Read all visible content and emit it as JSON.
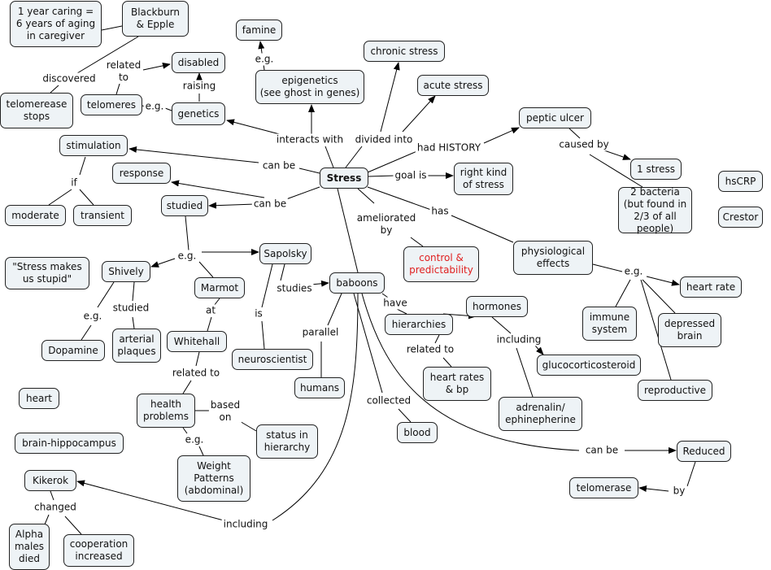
{
  "concepts": [
    {
      "id": "caring",
      "text": "1 year caring =\n6 years of aging\nin caregiver"
    },
    {
      "id": "blackburn",
      "text": "Blackburn\n& Epple"
    },
    {
      "id": "famine",
      "text": "famine"
    },
    {
      "id": "epigenetics",
      "text": "epigenetics\n(see ghost in genes)"
    },
    {
      "id": "chronic",
      "text": "chronic stress"
    },
    {
      "id": "acute",
      "text": "acute stress"
    },
    {
      "id": "disabled",
      "text": "disabled"
    },
    {
      "id": "telomeres",
      "text": "telomeres"
    },
    {
      "id": "genetics",
      "text": "genetics"
    },
    {
      "id": "telstops",
      "text": "telomerease\nstops"
    },
    {
      "id": "peptic",
      "text": "peptic ulcer"
    },
    {
      "id": "stimulation",
      "text": "stimulation"
    },
    {
      "id": "response",
      "text": "response"
    },
    {
      "id": "stress",
      "text": "Stress"
    },
    {
      "id": "rightkind",
      "text": "right kind\nof stress"
    },
    {
      "id": "onestress",
      "text": "1 stress"
    },
    {
      "id": "hscrp",
      "text": "hsCRP"
    },
    {
      "id": "bacteria",
      "text": "2 bacteria\n(but found in\n2/3 of all people)"
    },
    {
      "id": "crestor",
      "text": "Crestor"
    },
    {
      "id": "studied",
      "text": "studied"
    },
    {
      "id": "moderate",
      "text": "moderate"
    },
    {
      "id": "transient",
      "text": "transient"
    },
    {
      "id": "sapolsky",
      "text": "Sapolsky"
    },
    {
      "id": "control",
      "text": "control &\npredictability"
    },
    {
      "id": "physio",
      "text": "physiological\neffects"
    },
    {
      "id": "stupid",
      "text": "\"Stress makes\nus stupid\""
    },
    {
      "id": "shively",
      "text": "Shively"
    },
    {
      "id": "marmot",
      "text": "Marmot"
    },
    {
      "id": "baboons",
      "text": "baboons"
    },
    {
      "id": "heartrate",
      "text": "heart rate"
    },
    {
      "id": "hormones",
      "text": "hormones"
    },
    {
      "id": "hierarchies",
      "text": "hierarchies"
    },
    {
      "id": "immune",
      "text": "immune\nsystem"
    },
    {
      "id": "depressed",
      "text": "depressed\nbrain"
    },
    {
      "id": "arterial",
      "text": "arterial\nplaques"
    },
    {
      "id": "whitehall",
      "text": "Whitehall"
    },
    {
      "id": "dopamine",
      "text": "Dopamine"
    },
    {
      "id": "neuro",
      "text": "neuroscientist"
    },
    {
      "id": "gluco",
      "text": "glucocorticosteroid"
    },
    {
      "id": "humans",
      "text": "humans"
    },
    {
      "id": "heartrates",
      "text": "heart rates\n& bp"
    },
    {
      "id": "reproductive",
      "text": "reproductive"
    },
    {
      "id": "heart",
      "text": "heart"
    },
    {
      "id": "health",
      "text": "health\nproblems"
    },
    {
      "id": "adrenalin",
      "text": "adrenalin/\nephinepherine"
    },
    {
      "id": "status",
      "text": "status in\nhierarchy"
    },
    {
      "id": "blood",
      "text": "blood"
    },
    {
      "id": "hippo",
      "text": "brain-hippocampus"
    },
    {
      "id": "reduced",
      "text": "Reduced"
    },
    {
      "id": "weight",
      "text": "Weight\nPatterns\n(abdominal)"
    },
    {
      "id": "kikerok",
      "text": "Kikerok"
    },
    {
      "id": "telomerase",
      "text": "telomerase"
    },
    {
      "id": "alpha",
      "text": "Alpha\nmales\ndied"
    },
    {
      "id": "coop",
      "text": "cooperation\nincreased"
    }
  ],
  "links": [
    {
      "id": "discovered",
      "text": "discovered"
    },
    {
      "id": "relatedto1",
      "text": "related\nto"
    },
    {
      "id": "eg1",
      "text": "e.g."
    },
    {
      "id": "raising",
      "text": "raising"
    },
    {
      "id": "eg2",
      "text": "e.g."
    },
    {
      "id": "interacts",
      "text": "interacts with"
    },
    {
      "id": "divided",
      "text": "divided into"
    },
    {
      "id": "history",
      "text": "had HISTORY"
    },
    {
      "id": "causedby",
      "text": "caused by"
    },
    {
      "id": "canbe1",
      "text": "can be"
    },
    {
      "id": "canbe2",
      "text": "can be"
    },
    {
      "id": "if",
      "text": "if"
    },
    {
      "id": "goalis",
      "text": "goal is"
    },
    {
      "id": "ameliorated",
      "text": "ameliorated\nby"
    },
    {
      "id": "has",
      "text": "has"
    },
    {
      "id": "eg3",
      "text": "e.g."
    },
    {
      "id": "eg4",
      "text": "e.g."
    },
    {
      "id": "studies",
      "text": "studies"
    },
    {
      "id": "is",
      "text": "is"
    },
    {
      "id": "at",
      "text": "at"
    },
    {
      "id": "studied2",
      "text": "studied"
    },
    {
      "id": "eg5",
      "text": "e.g."
    },
    {
      "id": "parallel",
      "text": "parallel"
    },
    {
      "id": "have",
      "text": "have"
    },
    {
      "id": "including1",
      "text": "including"
    },
    {
      "id": "relatedto2",
      "text": "related to"
    },
    {
      "id": "relatedto3",
      "text": "related to"
    },
    {
      "id": "basedon",
      "text": "based\non"
    },
    {
      "id": "collected",
      "text": "collected"
    },
    {
      "id": "eg6",
      "text": "e.g."
    },
    {
      "id": "canbe3",
      "text": "can be"
    },
    {
      "id": "by",
      "text": "by"
    },
    {
      "id": "changed",
      "text": "changed"
    },
    {
      "id": "including2",
      "text": "including"
    }
  ]
}
